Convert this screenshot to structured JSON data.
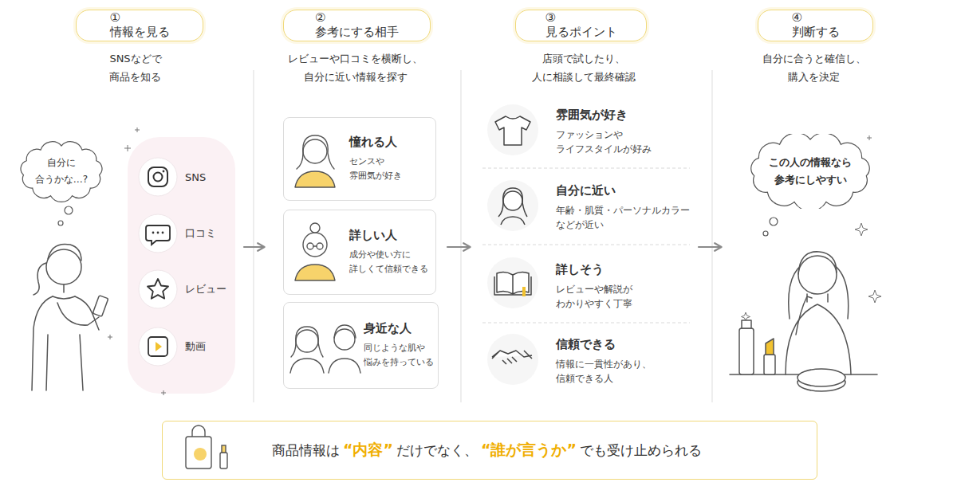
{
  "diagram": {
    "nodes": [
      {
        "text": [
          "SNSなどで 商品を知る"
        ]
      },
      {
        "text": [
          "① 情報を見る"
        ],
        "in": 0
      },
      {
        "text": [
          "自分に 合うかな…?"
        ],
        "in": 0
      },
      {
        "text": [
          "SNS"
        ],
        "in": 0
      },
      {
        "text": [
          "口コミ"
        ],
        "in": 0
      },
      {
        "text": [
          "レビュー"
        ],
        "in": 0
      },
      {
        "text": [
          "動画"
        ],
        "in": 0
      },
      {
        "text": [
          "レビューや口コミを横断し、 自分に近い情報を探す"
        ]
      },
      {
        "text": [
          "② 参考にする相手"
        ],
        "in": 7
      },
      {
        "text": [
          "憧れる人",
          "センスや 雰囲気が好き"
        ],
        "in": 7
      },
      {
        "text": [
          "詳しい人",
          "成分や使い方に 詳しくて信頼できる"
        ],
        "in": 7
      },
      {
        "text": [
          "身近な人",
          "同じような肌や 悩みを持っている"
        ],
        "in": 7
      },
      {
        "text": [
          "店頭で試したり、 人に相談して最終確認"
        ]
      },
      {
        "text": [
          "③ 見るポイント"
        ],
        "in": 12
      },
      {
        "text": [
          "雰囲気が好き",
          "ファッションや ライフスタイルが好み"
        ],
        "in": 12
      },
      {
        "text": [
          "自分に近い",
          "年齢・肌質・パーソナルカラー などが近い"
        ],
        "in": 12
      },
      {
        "text": [
          "詳しそう",
          "レビューや解説が わかりやすく丁寧"
        ],
        "in": 12
      },
      {
        "text": [
          "信頼できる",
          "情報に一貫性があり、 信頼できる人"
        ],
        "in": 12
      },
      {
        "text": [
          "自分に合うと確信し、 購入を決定"
        ]
      },
      {
        "text": [
          "④ 判断する"
        ],
        "in": 18
      },
      {
        "text": [
          "この人の情報なら 参考にしやすい"
        ],
        "in": 18
      },
      {
        "text": [
          "商品情報は",
          "“内容”",
          "だけでなく、",
          "“誰が言うか”",
          "でも受け止められる"
        ]
      }
    ],
    "edges": [
      {
        "from": 0,
        "to": 7,
        "arrow": "to"
      },
      {
        "from": 7,
        "to": 12,
        "arrow": "to"
      },
      {
        "from": 12,
        "to": 18,
        "arrow": "to"
      }
    ]
  }
}
